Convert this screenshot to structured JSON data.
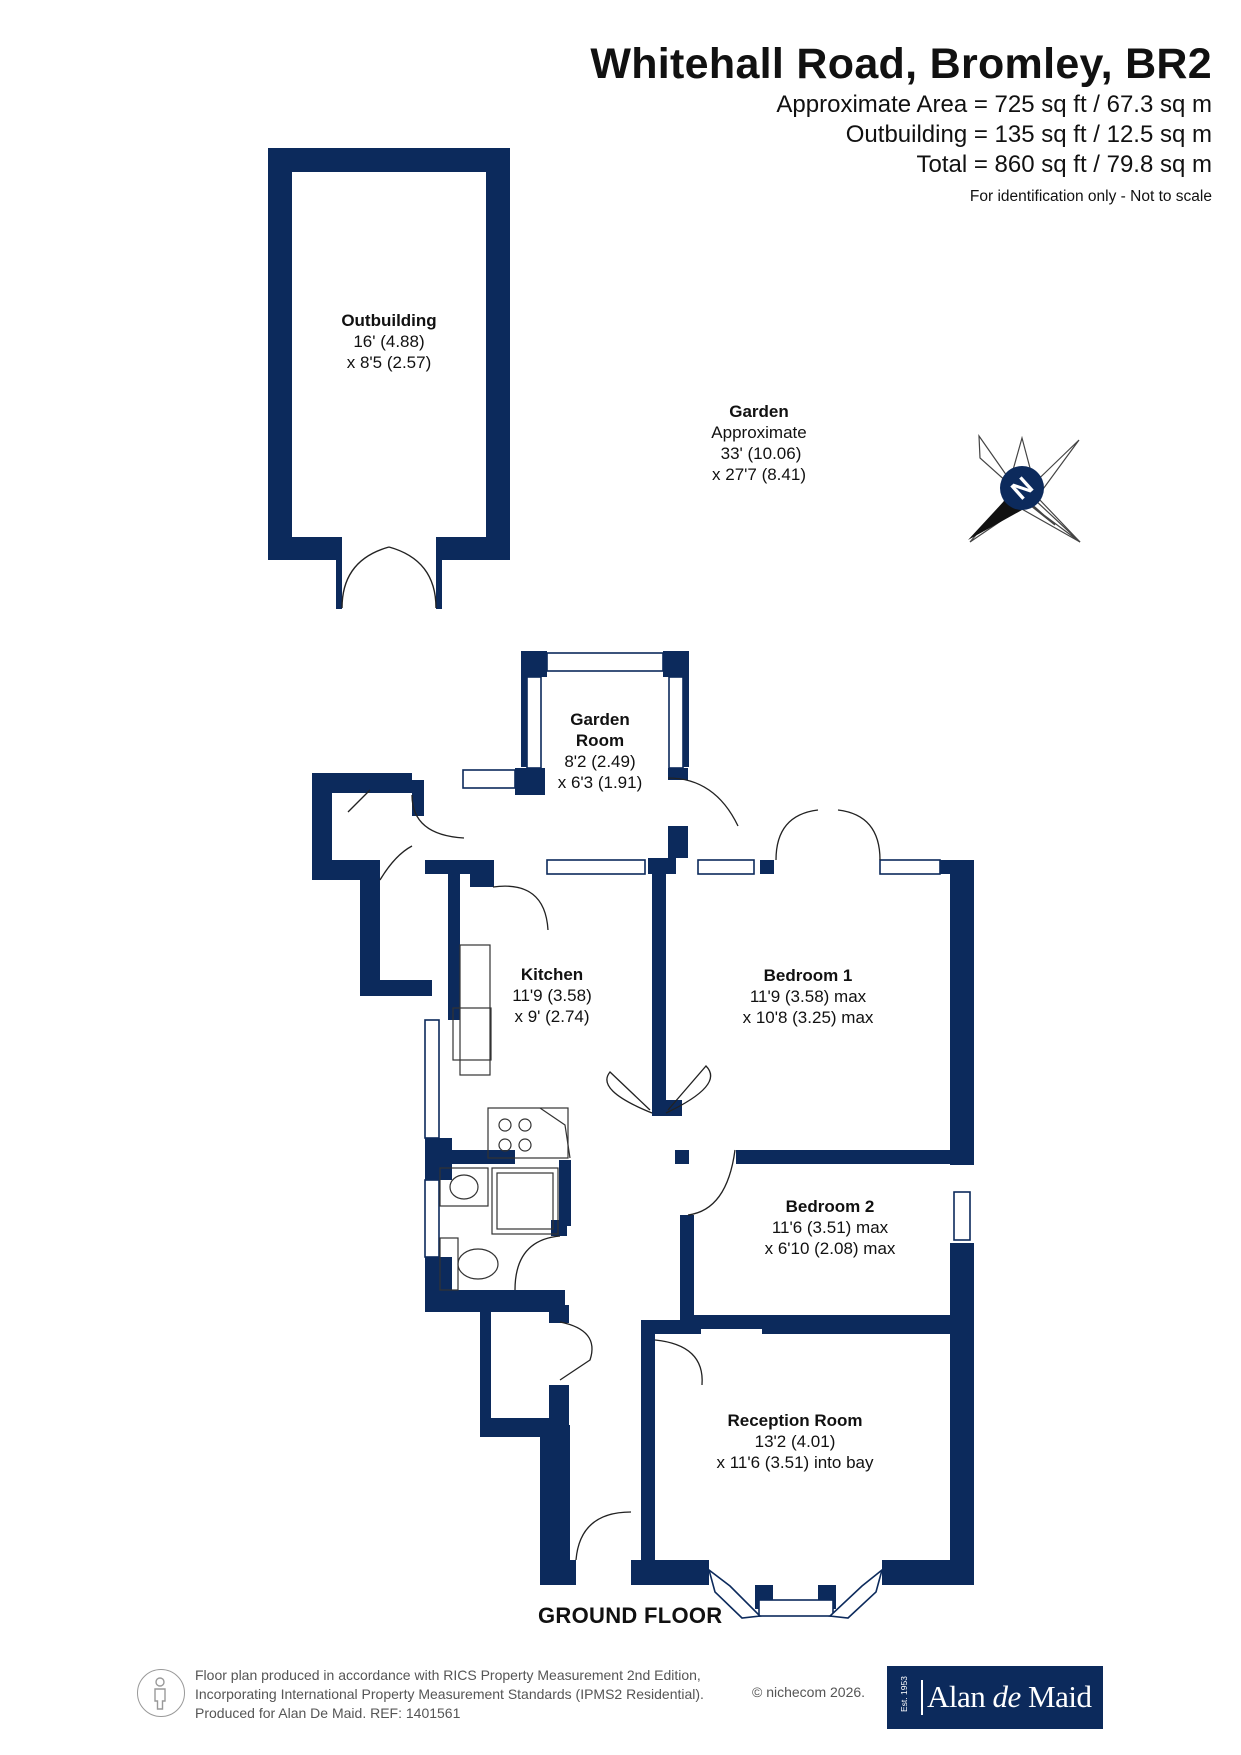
{
  "header": {
    "title": "Whitehall Road, Bromley, BR2",
    "area_lines": [
      "Approximate Area = 725 sq ft / 67.3 sq m",
      "Outbuilding = 135 sq ft / 12.5 sq m",
      "Total = 860 sq ft / 79.8 sq m"
    ],
    "disclaimer": "For identification only - Not to scale"
  },
  "rooms": {
    "outbuilding": {
      "name": "Outbuilding",
      "dim1": "16' (4.88)",
      "dim2": "x 8'5 (2.57)"
    },
    "garden": {
      "name": "Garden",
      "line1": "Approximate",
      "dim1": "33' (10.06)",
      "dim2": "x 27'7 (8.41)"
    },
    "garden_room": {
      "name1": "Garden",
      "name2": "Room",
      "dim1": "8'2 (2.49)",
      "dim2": "x 6'3 (1.91)"
    },
    "kitchen": {
      "name": "Kitchen",
      "dim1": "11'9 (3.58)",
      "dim2": "x 9' (2.74)"
    },
    "bedroom1": {
      "name": "Bedroom 1",
      "dim1": "11'9 (3.58) max",
      "dim2": "x 10'8 (3.25) max"
    },
    "bedroom2": {
      "name": "Bedroom 2",
      "dim1": "11'6 (3.51) max",
      "dim2": "x 6'10 (2.08) max"
    },
    "reception": {
      "name": "Reception Room",
      "dim1": "13'2 (4.01)",
      "dim2": "x 11'6 (3.51) into bay"
    }
  },
  "compass": {
    "letter": "N"
  },
  "floor_label": "GROUND FLOOR",
  "footer": {
    "lines": [
      "Floor plan produced in accordance with RICS Property Measurement 2nd Edition,",
      "Incorporating International Property Measurement Standards (IPMS2 Residential).",
      "Produced for Alan De Maid.   REF: 1401561"
    ],
    "copyright": "© nichecom 2026.",
    "logo_est": "Est. 1953",
    "logo_name_1": "Alan ",
    "logo_name_2": "de",
    "logo_name_3": " Maid"
  },
  "colors": {
    "wall": "#0c2a5c",
    "text": "#111111",
    "footer_text": "#555555"
  }
}
